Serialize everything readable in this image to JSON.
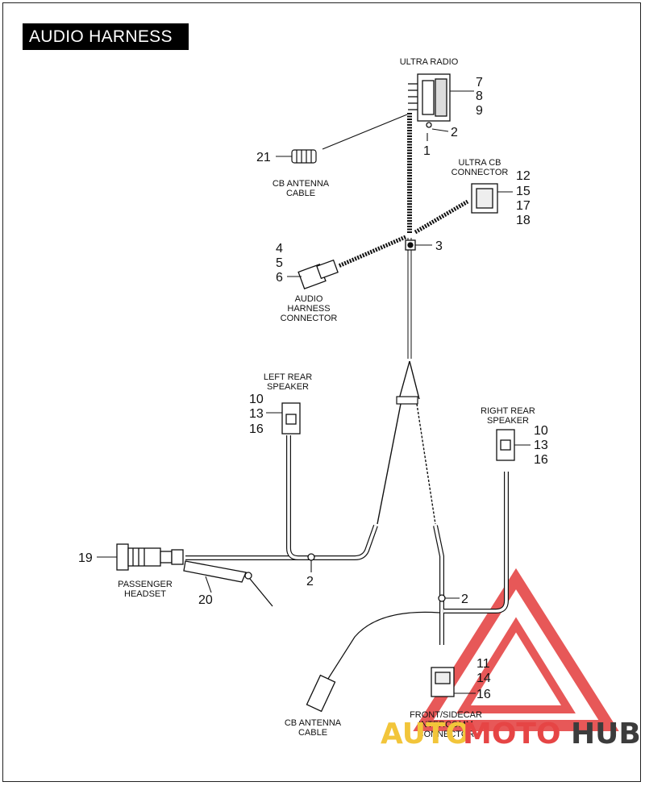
{
  "title": "AUDIO HARNESS",
  "labels": {
    "ultra_radio": "ULTRA RADIO",
    "cb_antenna_top": [
      "CB ANTENNA",
      "CABLE"
    ],
    "ultra_cb": [
      "ULTRA CB",
      "CONNECTOR"
    ],
    "audio_harness_connector": [
      "AUDIO",
      "HARNESS",
      "CONNECTOR"
    ],
    "left_rear_speaker": [
      "LEFT REAR",
      "SPEAKER"
    ],
    "right_rear_speaker": [
      "RIGHT REAR",
      "SPEAKER"
    ],
    "passenger_headset": [
      "PASSENGER",
      "HEADSET"
    ],
    "cb_antenna_bottom": [
      "CB ANTENNA",
      "CABLE"
    ],
    "intercomm": [
      "FRONT/SIDECAR",
      "INTERCOMM",
      "CONNECTOR"
    ]
  },
  "callouts": {
    "radio": [
      "7",
      "8",
      "9"
    ],
    "radio_clip": "2",
    "radio_screw": "1",
    "cb_antenna_top": "21",
    "ultra_cb": [
      "12",
      "15",
      "17",
      "18"
    ],
    "junction": "3",
    "audio_harness": [
      "4",
      "5",
      "6"
    ],
    "left_speaker": [
      "10",
      "13",
      "16"
    ],
    "right_speaker": [
      "10",
      "13",
      "16"
    ],
    "headset": "19",
    "headset_bracket": "20",
    "left_clip": "2",
    "right_clip": "2",
    "intercomm": [
      "11",
      "14",
      "16"
    ]
  },
  "watermark": {
    "part1": "AUTO",
    "part2": "MOTO",
    "part3": "HUB",
    "color_auto": "#f2c53a",
    "color_moto": "#e64545",
    "color_hub": "#3c3c3c",
    "triangle_color": "#e33c3c"
  }
}
